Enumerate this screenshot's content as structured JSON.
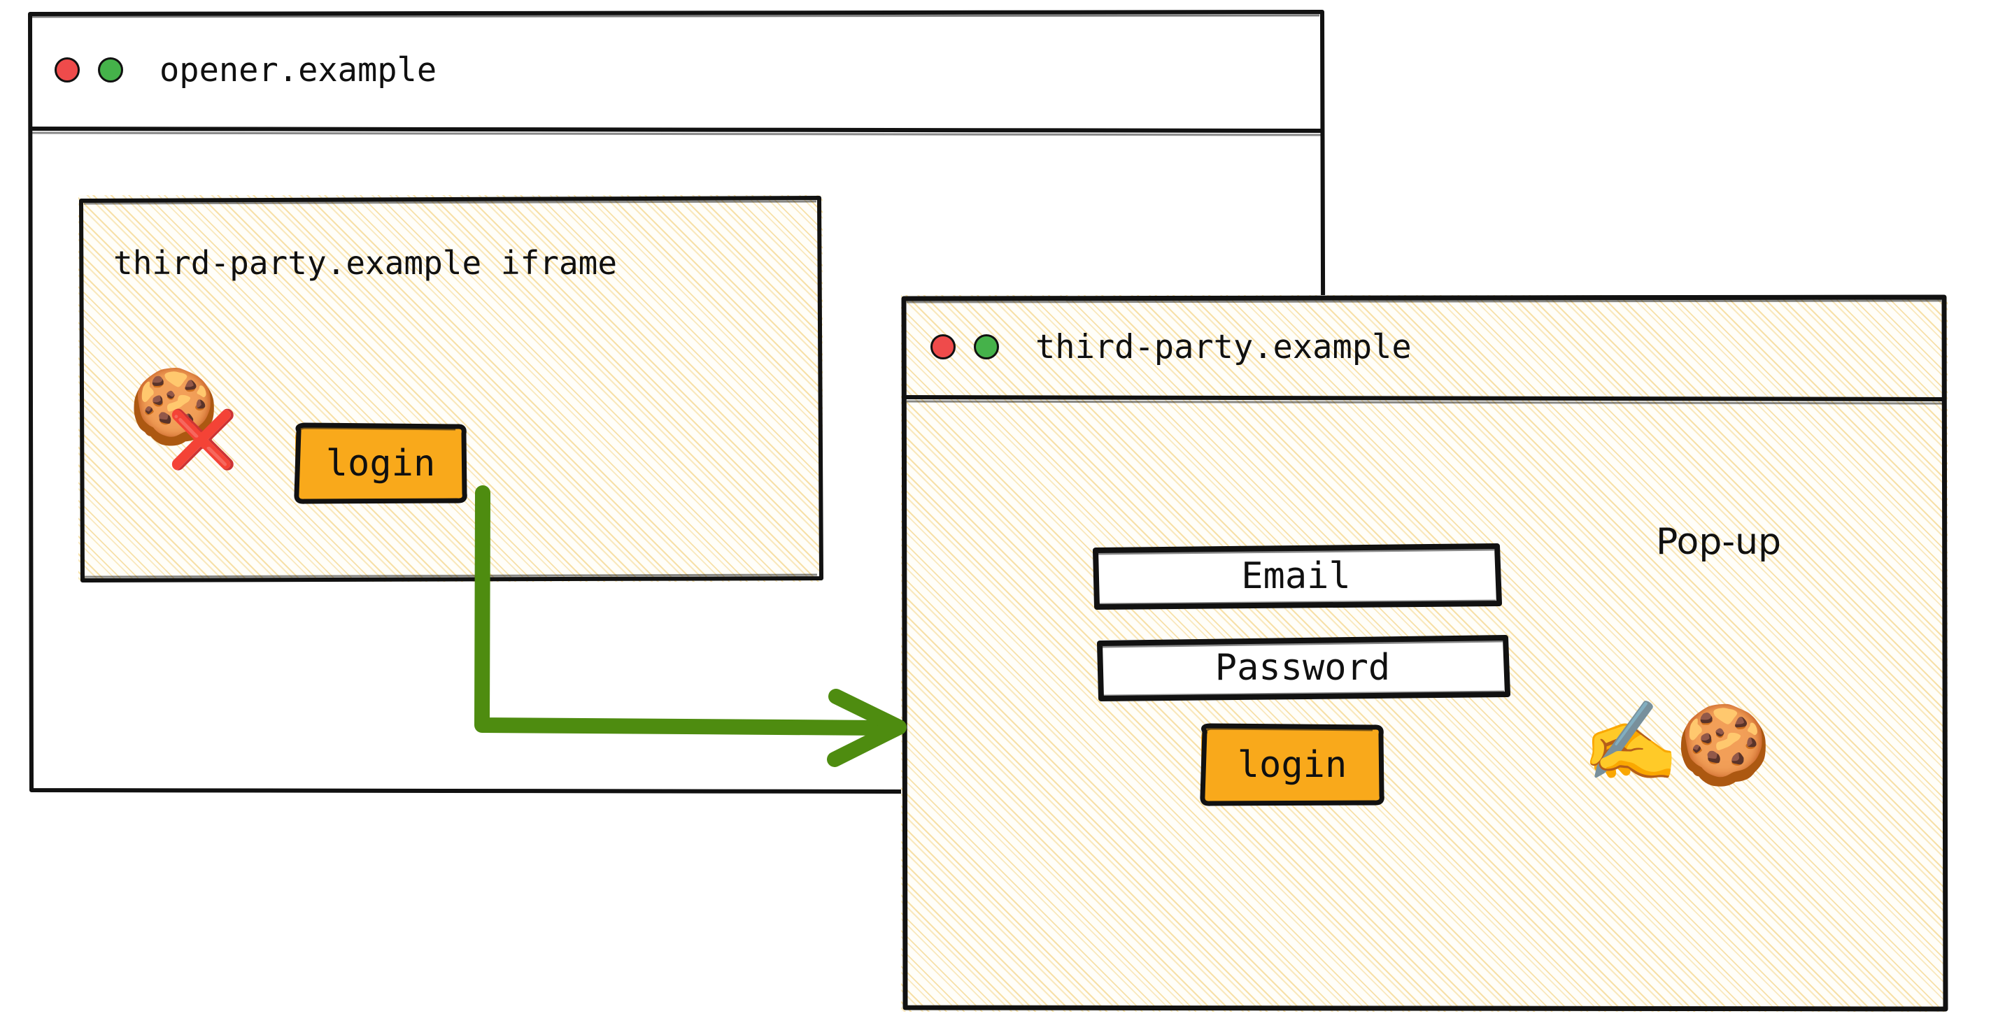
{
  "opener_window": {
    "title": "opener.example",
    "traffic_lights": {
      "close_color": "#ef4b4b",
      "minimize_color": "#45b24a"
    }
  },
  "iframe": {
    "label": "third-party.example iframe",
    "cookie_icon": "🍪",
    "blocked_icon": "❌",
    "login_button_label": "login"
  },
  "popup_window": {
    "title": "third-party.example",
    "traffic_lights": {
      "close_color": "#ef4b4b",
      "minimize_color": "#45b24a"
    },
    "annotation_label": "Pop-up",
    "email_field_label": "Email",
    "password_field_label": "Password",
    "login_button_label": "login",
    "writing_hand_icon": "✍️",
    "cookie_icon": "🍪"
  },
  "arrow": {
    "color": "#4e8c10",
    "description": "login click in iframe opens third-party.example pop-up"
  },
  "palette": {
    "button_orange": "#f9a91b",
    "hatch_yellow": "#f4d68c",
    "ink_black": "#101010",
    "arrow_green": "#4e8c10",
    "cross_red": "#cc3131"
  }
}
